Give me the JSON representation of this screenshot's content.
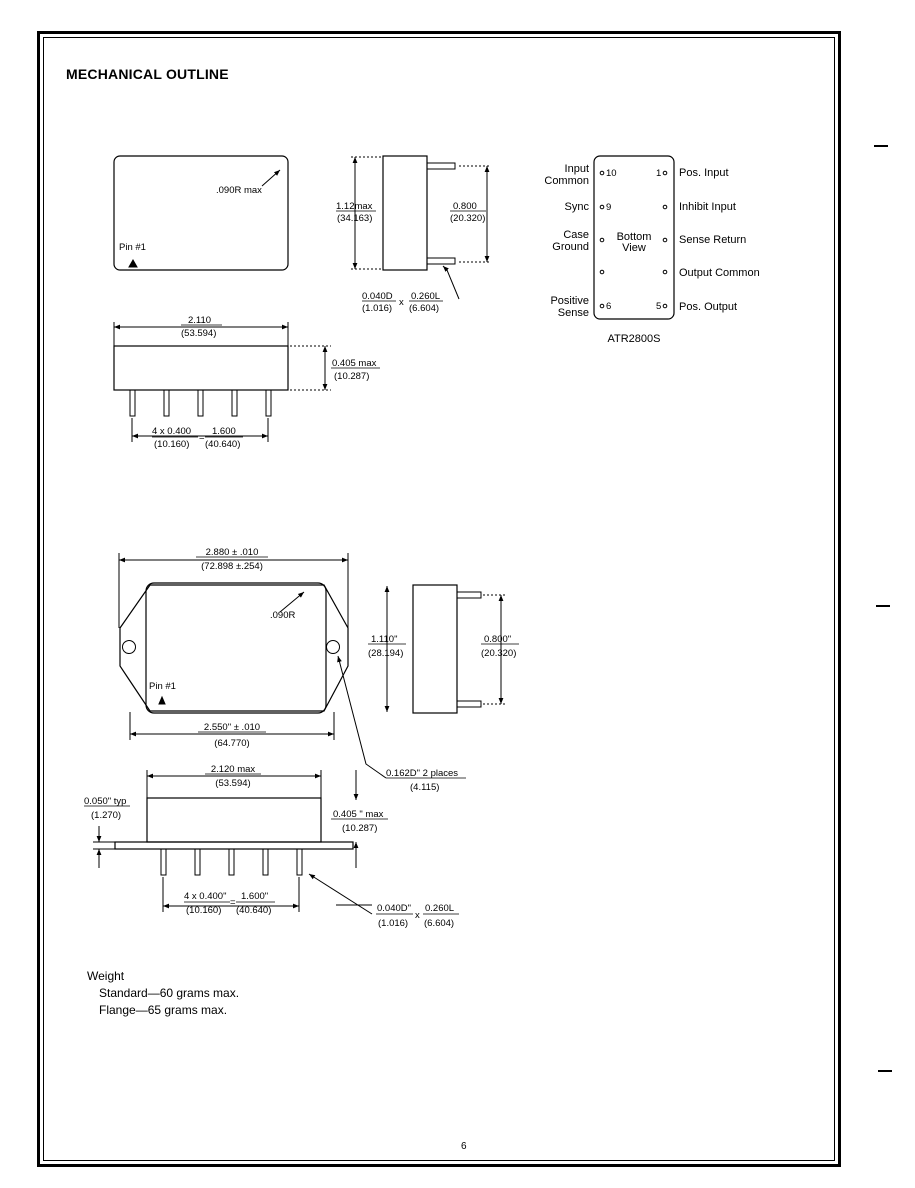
{
  "page": {
    "title": "MECHANICAL OUTLINE",
    "page_number": "6"
  },
  "standard_package": {
    "top_view": {
      "radius_label": ".090R max",
      "pin1_label": "Pin #1"
    },
    "side_view": {
      "height_in": "1.12max",
      "height_mm": "(34.163)",
      "pin_span_in": "0.800",
      "pin_span_mm": "(20.320)",
      "pin_dia_in": "0.040D",
      "pin_dia_mm": "(1.016)",
      "pin_len_in": "0.260L",
      "pin_len_mm": "(6.604)",
      "times": "x"
    },
    "front_view": {
      "length_in": "2.110",
      "length_mm": "(53.594)",
      "thickness_in": "0.405 max",
      "thickness_mm": "(10.287)",
      "pitch_in": "4 x 0.400",
      "pitch_mm": "(10.160)",
      "equals": "=",
      "pitch_total_in": "1.600",
      "pitch_total_mm": "(40.640)"
    }
  },
  "pinout": {
    "center_label_1": "Bottom",
    "center_label_2": "View",
    "part_number": "ATR2800S",
    "left": [
      {
        "name_1": "Input",
        "name_2": "Common",
        "pin": "10"
      },
      {
        "name_1": "Sync",
        "name_2": "",
        "pin": "9"
      },
      {
        "name_1": "Case",
        "name_2": "Ground",
        "pin": ""
      },
      {
        "name_1": "Positive",
        "name_2": "Sense",
        "pin": "6"
      }
    ],
    "right": [
      {
        "name": "Pos. Input",
        "pin": "1"
      },
      {
        "name": "Inhibit Input",
        "pin": ""
      },
      {
        "name": "Sense Return",
        "pin": ""
      },
      {
        "name": "Output Common",
        "pin": ""
      },
      {
        "name": "Pos. Output",
        "pin": "5"
      }
    ]
  },
  "flange_package": {
    "top_view": {
      "overall_in": "2.880 ± .010",
      "overall_mm": "(72.898 ±.254)",
      "radius_label": ".090R",
      "pin1_label": "Pin #1",
      "body_in": "2.550\" ± .010",
      "body_mm": "(64.770)",
      "hole_in": "0.162D\" 2 places",
      "hole_mm": "(4.115)"
    },
    "side_view": {
      "height_in": "1.110\"",
      "height_mm": "(28.194)",
      "pin_span_in": "0.800\"",
      "pin_span_mm": "(20.320)"
    },
    "front_view": {
      "length_in": "2.120 max",
      "length_mm": "(53.594)",
      "flange_in": "0.050\" typ",
      "flange_mm": "(1.270)",
      "thickness_in": "0.405 \" max",
      "thickness_mm": "(10.287)",
      "pitch_in": "4 x 0.400\"",
      "pitch_mm": "(10.160)",
      "equals": "=",
      "pitch_total_in": "1.600\"",
      "pitch_total_mm": "(40.640)",
      "pin_dia_in": "0.040D\"",
      "pin_dia_mm": "(1.016)",
      "times": "x",
      "pin_len_in": "0.260L",
      "pin_len_mm": "(6.604)"
    }
  },
  "weight": {
    "heading": "Weight",
    "standard": "Standard—60 grams max.",
    "flange": "Flange—65 grams max."
  }
}
